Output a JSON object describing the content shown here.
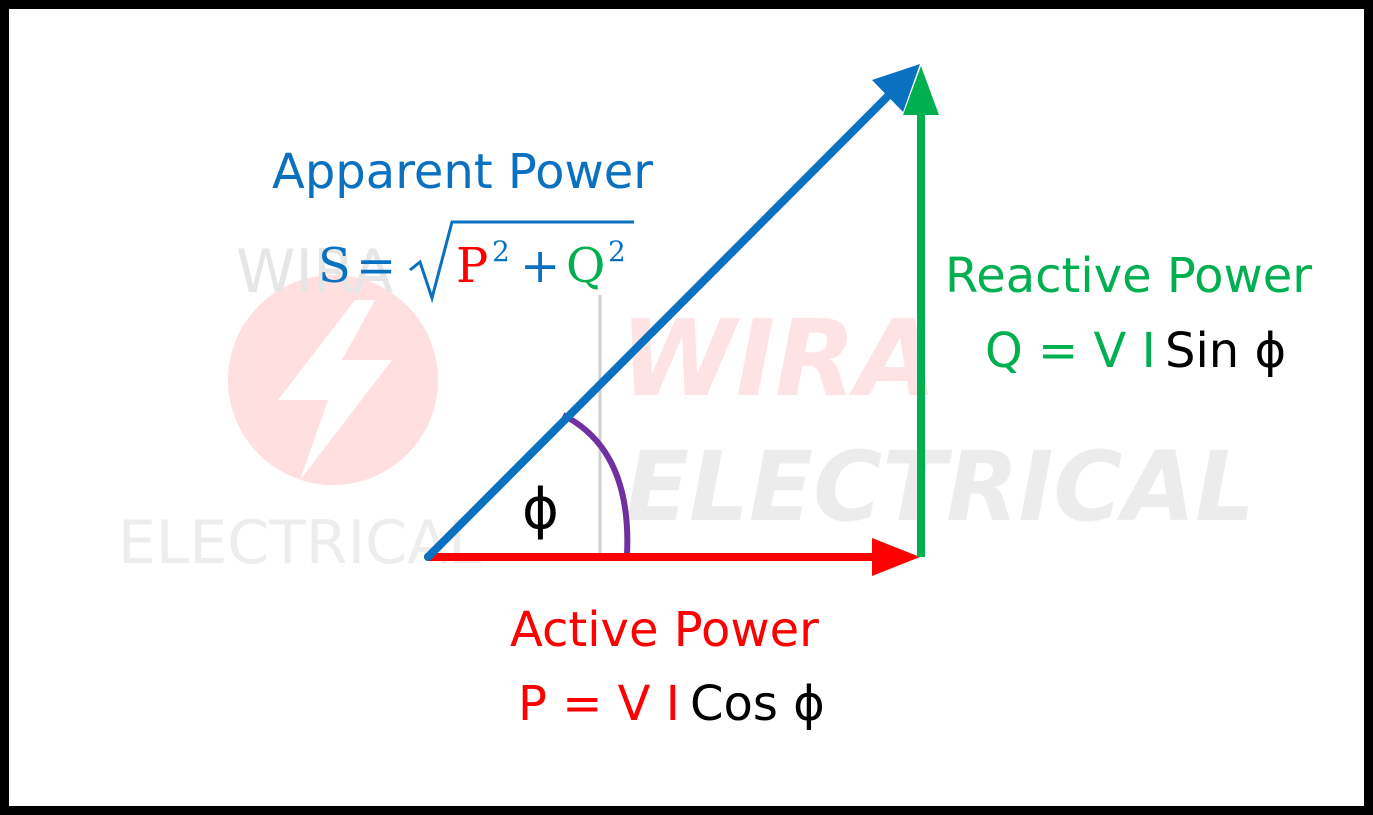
{
  "colors": {
    "apparent": "#0a70c0",
    "active": "#ff0000",
    "reactive": "#00b050",
    "angle": "#7030a0",
    "text": "#000000",
    "watermark_red": "#ff0000",
    "watermark_gray": "#c8c8c8"
  },
  "apparent": {
    "title": "Apparent Power",
    "formula_s": "S",
    "formula_eq": "=",
    "formula_p": "P",
    "formula_plus": "+",
    "formula_q": "Q",
    "formula_exp": "2"
  },
  "reactive": {
    "title": "Reactive Power",
    "formula_colored": "Q = V I",
    "formula_black": "Sin ϕ"
  },
  "active": {
    "title": "Active Power",
    "formula_colored": "P = V I",
    "formula_black": "Cos ϕ"
  },
  "angle": {
    "symbol": "ϕ"
  },
  "watermark": {
    "brand_top": "WIRA",
    "brand_bottom": "ELECTRICAL",
    "logo_text_top": "WIRA",
    "logo_text_bottom": "ELECTRICAL"
  }
}
